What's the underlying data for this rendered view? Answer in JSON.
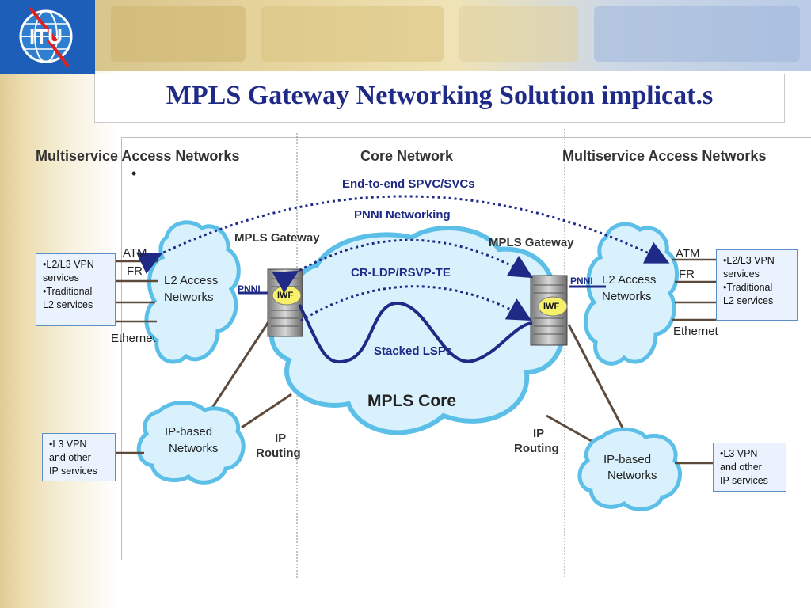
{
  "title": "MPLS Gateway Networking Solution implicat.s",
  "headers": {
    "left": "Multiservice Access Networks",
    "center": "Core Network",
    "right": "Multiservice Access Networks",
    "bullet": "•"
  },
  "core_labels": {
    "end_to_end": "End-to-end SPVC/SVCs",
    "pnni_networking": "PNNI Networking",
    "crldp": "CR-LDP/RSVP-TE",
    "stacked": "Stacked LSPs",
    "mpls_core": "MPLS Core"
  },
  "left": {
    "gateway": "MPLS Gateway",
    "atm": "ATM",
    "fr": "FR",
    "ethernet": "Ethernet",
    "pnni": "PNNI",
    "iwf": "IWF",
    "l2_access_1": "L2 Access",
    "l2_access_2": "Networks",
    "ip_based_1": "IP-based",
    "ip_based_2": "Networks",
    "ip_routing_1": "IP",
    "ip_routing_2": "Routing",
    "vpn_box": [
      "•L2/L3 VPN",
      "services",
      "•Traditional",
      "L2 services"
    ],
    "l3_box": [
      "•L3 VPN",
      "and other",
      "IP services"
    ]
  },
  "right": {
    "gateway": "MPLS Gateway",
    "atm": "ATM",
    "fr": "FR",
    "ethernet": "Ethernet",
    "pnni": "PNNI",
    "iwf": "IWF",
    "l2_access_1": "L2 Access",
    "l2_access_2": "Networks",
    "ip_based_1": "IP-based",
    "ip_based_2": "Networks",
    "ip_routing_1": "IP",
    "ip_routing_2": "Routing",
    "vpn_box": [
      "•L2/L3 VPN",
      "services",
      "•Traditional",
      "L2 services"
    ],
    "l3_box": [
      "•L3 VPN",
      "and other",
      "IP services"
    ]
  },
  "logo_text": "ITU",
  "colors": {
    "title": "#1f2a86",
    "dotted_link": "#1f2a86",
    "cloud_fill": "#d9f1fd",
    "cloud_stroke": "#5bbfe8",
    "logo_bg": "#1d5fb8"
  }
}
